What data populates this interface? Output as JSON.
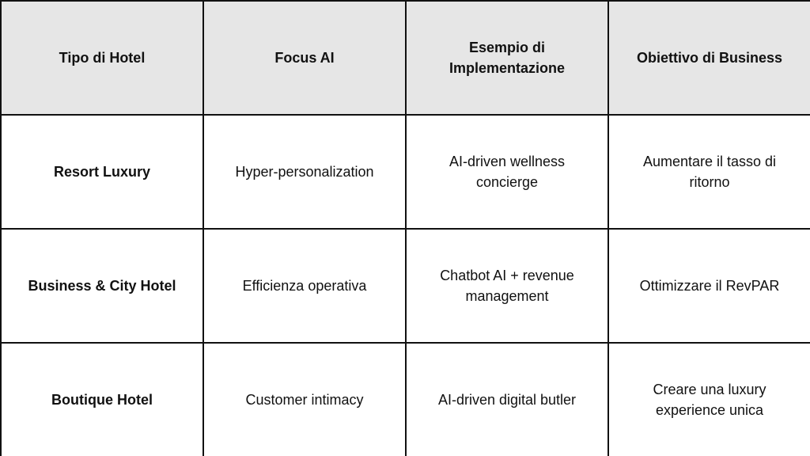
{
  "table": {
    "headers": [
      [
        "Tipo di Hotel"
      ],
      [
        "Focus AI"
      ],
      [
        "Esempio di",
        "Implementazione"
      ],
      [
        "Obiettivo di Business"
      ]
    ],
    "rows": [
      {
        "type": [
          "Resort Luxury"
        ],
        "focus": [
          "Hyper-personalization"
        ],
        "example": [
          "AI-driven wellness",
          "concierge"
        ],
        "goal": [
          "Aumentare il tasso di",
          "ritorno"
        ]
      },
      {
        "type": [
          "Business & City Hotel"
        ],
        "focus": [
          "Efficienza operativa"
        ],
        "example": [
          "Chatbot AI + revenue",
          "management"
        ],
        "goal": [
          "Ottimizzare il RevPAR"
        ]
      },
      {
        "type": [
          "Boutique Hotel"
        ],
        "focus": [
          "Customer intimacy"
        ],
        "example": [
          "AI-driven digital butler"
        ],
        "goal": [
          "Creare una luxury",
          "experience unica"
        ]
      }
    ]
  }
}
